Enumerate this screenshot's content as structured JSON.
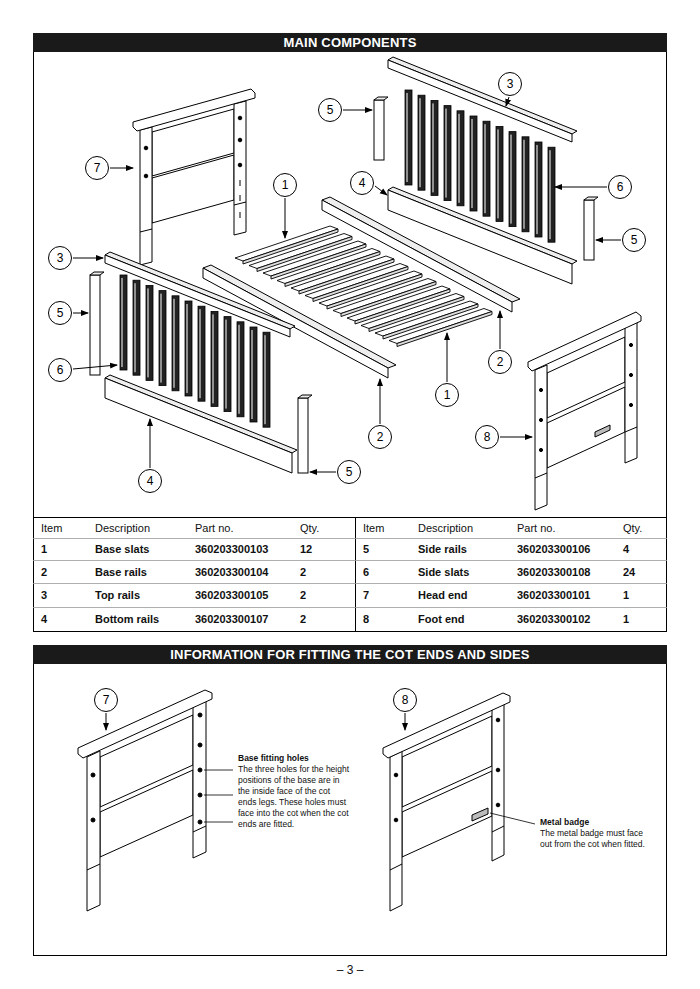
{
  "diagram": {
    "nodes": [
      {
        "text": [
          "MAIN COMPONENTS"
        ]
      },
      {
        "text": [
          "3"
        ]
      },
      {
        "text": [
          "5"
        ]
      },
      {
        "text": [
          "7"
        ]
      },
      {
        "text": [
          "4"
        ]
      },
      {
        "text": [
          "1"
        ]
      },
      {
        "text": [
          "6"
        ]
      },
      {
        "text": [
          "5"
        ]
      },
      {
        "text": [
          "3"
        ]
      },
      {
        "text": [
          "5"
        ]
      },
      {
        "text": [
          "2"
        ]
      },
      {
        "text": [
          "6"
        ]
      },
      {
        "text": [
          "1"
        ]
      },
      {
        "text": [
          "2"
        ]
      },
      {
        "text": [
          "8"
        ]
      },
      {
        "text": [
          "5"
        ]
      },
      {
        "text": [
          "4"
        ]
      },
      {
        "text": [
          "INFORMATION FOR FITTING THE COT ENDS AND SIDES"
        ]
      },
      {
        "text": [
          "7"
        ]
      },
      {
        "text": [
          "8"
        ]
      }
    ],
    "labels": [
      "Item",
      "Description",
      "Part no.",
      "Qty.",
      "Item",
      "Description",
      "Part no.",
      "Qty.",
      "1",
      "Base slats",
      "360203300103",
      "12",
      "5",
      "Side rails",
      "360203300106",
      "4",
      "2",
      "Base rails",
      "360203300104",
      "2",
      "6",
      "Side slats",
      "360203300108",
      "24",
      "3",
      "Top rails",
      "360203300105",
      "2",
      "7",
      "Head end",
      "360203300101",
      "1",
      "4",
      "Bottom rails",
      "360203300107",
      "2",
      "8",
      "Foot end",
      "360203300102",
      "1",
      "Base fitting holes",
      "The three holes for the height positions of the base are in the inside face of the cot ends legs. These holes must face into the cot when the cot ends are fitted.",
      "Metal badge",
      "The metal badge must face out from the cot when fitted.",
      "– 3 –"
    ]
  }
}
